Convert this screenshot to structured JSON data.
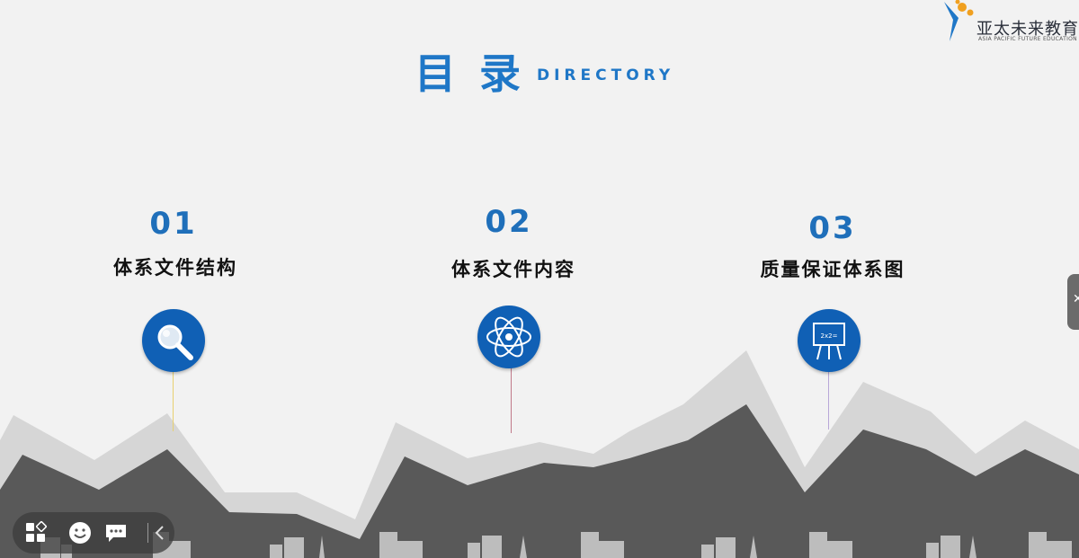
{
  "logo": {
    "name_cn": "亚太未来教育",
    "name_en": "ASIA PACIFIC FUTURE EDUCATION",
    "colors": {
      "orange": "#f0a020",
      "blue": "#1f77c7"
    }
  },
  "header": {
    "title_cn": "目录",
    "title_en": "DIRECTORY"
  },
  "items": [
    {
      "number": "01",
      "label": "体系文件结构",
      "icon": "magnifier-icon",
      "stem_color": "#e8d070"
    },
    {
      "number": "02",
      "label": "体系文件内容",
      "icon": "atom-icon",
      "stem_color": "#c07a8a"
    },
    {
      "number": "03",
      "label": "质量保证体系图",
      "icon": "presentation-board-icon",
      "stem_color": "#b9a8d8",
      "board_text": "2x2="
    }
  ],
  "side_panel": {
    "toggle_glyph": "✕"
  },
  "toolbar": {
    "buttons": [
      "grid-apps-icon",
      "emoji-icon",
      "chat-bubble-icon",
      "chevron-left-icon"
    ]
  },
  "colors": {
    "accent": "#1f77c7",
    "circle": "#1060b5",
    "mountain_light": "#d8d8d8",
    "mountain_dark": "#5a5a5a",
    "city": "#b8b8b8"
  }
}
